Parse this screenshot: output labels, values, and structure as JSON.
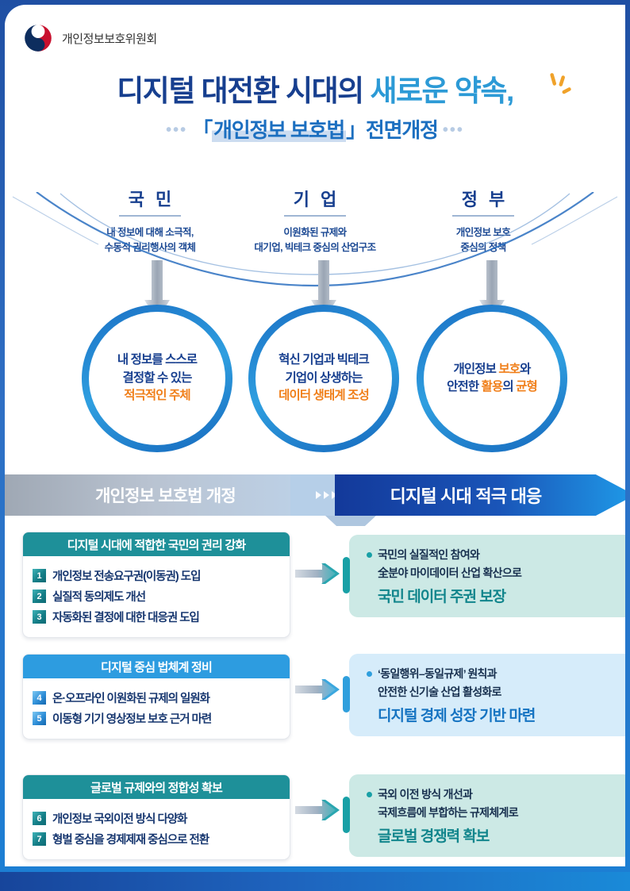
{
  "header": {
    "agency": "개인정보보호위원회",
    "logo_icon": "taeguk-icon"
  },
  "title": {
    "line1_dark": "디지털 대전환 시대의",
    "line1_light": "새로운 약속,",
    "line2_pre": "「",
    "line2_highlight": "개인정보 보호법",
    "line2_post": "」전면개정",
    "dots_left": "•••",
    "dots_right": "•••"
  },
  "columns": [
    {
      "title": "국 민",
      "desc_line1": "내 정보에 대해 소극적,",
      "desc_line2": "수동적 권리행사의 객체"
    },
    {
      "title": "기 업",
      "desc_line1": "이원화된 규제와",
      "desc_line2": "대기업, 빅테크 중심의 산업구조"
    },
    {
      "title": "정 부",
      "desc_line1": "개인정보 보호",
      "desc_line2": "중심의 정책"
    }
  ],
  "circles": [
    {
      "line1": "내 정보를 스스로",
      "line2": "결정할 수 있는",
      "line3_accent": "적극적인 주체"
    },
    {
      "line1": "혁신 기업과 빅테크",
      "line2": "기업이 상생하는",
      "line3_accent": "데이터 생태계 조성"
    },
    {
      "line1_a": "개인정보 ",
      "line1_accent": "보호",
      "line1_b": "와",
      "line2_a": "안전한 ",
      "line2_accent": "활용",
      "line2_b": "의 ",
      "line2_accent2": "균형"
    }
  ],
  "banners": {
    "left": "개인정보 보호법 개정",
    "right": "디지털 시대 적극 대응"
  },
  "blocks": [
    {
      "card_title": "디지털 시대에 적합한 국민의 권리 강화",
      "card_theme": "teal",
      "items": [
        {
          "no": "1",
          "text": "개인정보 전송요구권(이동권) 도입"
        },
        {
          "no": "2",
          "text": "실질적 동의제도 개선"
        },
        {
          "no": "3",
          "text": "자동화된 결정에 대한 대응권 도입"
        }
      ],
      "result_theme": "teal",
      "result_line1": "국민의  실질적인  참여와",
      "result_line2": "全분야 마이데이터 산업 확산으로",
      "result_strong": "국민 데이터 주권 보장"
    },
    {
      "card_title": "디지털 중심 법체계 정비",
      "card_theme": "blue",
      "items": [
        {
          "no": "4",
          "text": "온·오프라인 이원화된 규제의 일원화"
        },
        {
          "no": "5",
          "text": "이동형 기기 영상정보 보호 근거 마련"
        }
      ],
      "result_theme": "blue",
      "result_line1": "‘동일행위–동일규제’ 원칙과",
      "result_line2": "안전한 신기술 산업 활성화로",
      "result_strong": "디지털 경제 성장 기반 마련"
    },
    {
      "card_title": "글로벌 규제와의 정합성 확보",
      "card_theme": "teal",
      "items": [
        {
          "no": "6",
          "text": "개인정보 국외이전 방식 다양화"
        },
        {
          "no": "7",
          "text": "형벌 중심을 경제제재 중심으로 전환"
        }
      ],
      "result_theme": "teal",
      "result_line1": "국외 이전 방식 개선과",
      "result_line2": "국제흐름에 부합하는 규제체계로",
      "result_strong": "글로벌 경쟁력 확보"
    }
  ],
  "colors": {
    "navy": "#173f8f",
    "blue": "#1c6fc0",
    "sky": "#2c9ad6",
    "teal": "#1e9099",
    "orange": "#f07f1a"
  }
}
